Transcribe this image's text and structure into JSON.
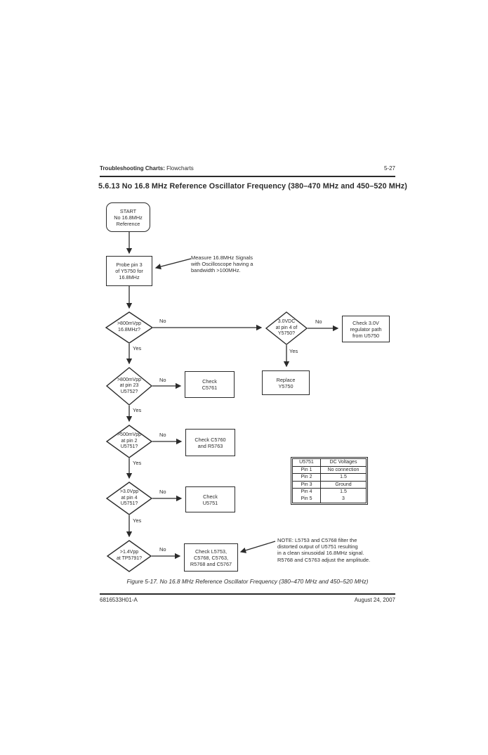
{
  "header": {
    "section": "Troubleshooting Charts:",
    "subsection": " Flowcharts",
    "page_number": "5-27"
  },
  "title": "5.6.13  No 16.8 MHz Reference Oscillator Frequency (380–470 MHz and 450–520 MHz)",
  "flowchart": {
    "labels": {
      "yes": "Yes",
      "no": "No"
    },
    "start": {
      "lines": [
        "START",
        "No 16.8MHz",
        "Reference"
      ]
    },
    "probe": {
      "lines": [
        "Probe pin 3",
        "of Y5750 for",
        "16.8MHz"
      ]
    },
    "scope_note": {
      "lines": [
        "Measure 16.8MHz Signals",
        "with Oscilloscope having a",
        "bandwidth >100MHz."
      ]
    },
    "decision_800mvpp": {
      "lines": [
        ">800mVpp",
        "16.8MHz?"
      ]
    },
    "decision_3vdc": {
      "lines": [
        "3.0VDC",
        "at pin 4 of",
        "Y5750?"
      ]
    },
    "decision_pin23": {
      "lines": [
        ">800mVpp",
        "at pin 23",
        "U5752?"
      ]
    },
    "decision_pin2": {
      "lines": [
        ">500mVpp",
        "at pin 2",
        "U5751?"
      ]
    },
    "decision_pin4": {
      "lines": [
        ">3.0Vpp",
        "at pin 4",
        "U5751?"
      ]
    },
    "decision_tp5791": {
      "lines": [
        ">1.4Vpp",
        "at TP5791?"
      ]
    },
    "check_regulator": {
      "lines": [
        "Check 3.0V",
        "regulator path",
        "from U5750"
      ]
    },
    "replace_y5750": {
      "lines": [
        "Replace",
        "Y5750"
      ]
    },
    "check_c5761": {
      "lines": [
        "Check",
        "C5761"
      ]
    },
    "check_c5760": {
      "lines": [
        "Check C5760",
        "and R5763"
      ]
    },
    "check_u5751": {
      "lines": [
        "Check",
        "U5751"
      ]
    },
    "check_l5753": {
      "lines": [
        "Check L5753,",
        "C5768, C5763,",
        "R5768 and C5767"
      ]
    },
    "note": {
      "lines": [
        "NOTE:  L5753 and C5768 filter the",
        "distorted output of U5751 resulting",
        "in a clean sinusoidal 16.8MHz signal.",
        "R5768 and C5763 adjust the amplitude."
      ]
    }
  },
  "voltage_table": {
    "headers": [
      "U5751",
      "DC Voltages"
    ],
    "rows": [
      [
        "Pin 1",
        "No connection"
      ],
      [
        "Pin 2",
        "1.5"
      ],
      [
        "Pin 3",
        "Ground"
      ],
      [
        "Pin 4",
        "1.5"
      ],
      [
        "Pin 5",
        "3"
      ]
    ]
  },
  "caption": "Figure 5-17.  No 16.8 MHz Reference Oscillator Frequency (380–470 MHz and 450–520 MHz)",
  "footer": {
    "left": "6816533H01-A",
    "right": "August 24, 2007"
  },
  "colors": {
    "ink": "#2b2b2b",
    "paper": "#ffffff"
  }
}
